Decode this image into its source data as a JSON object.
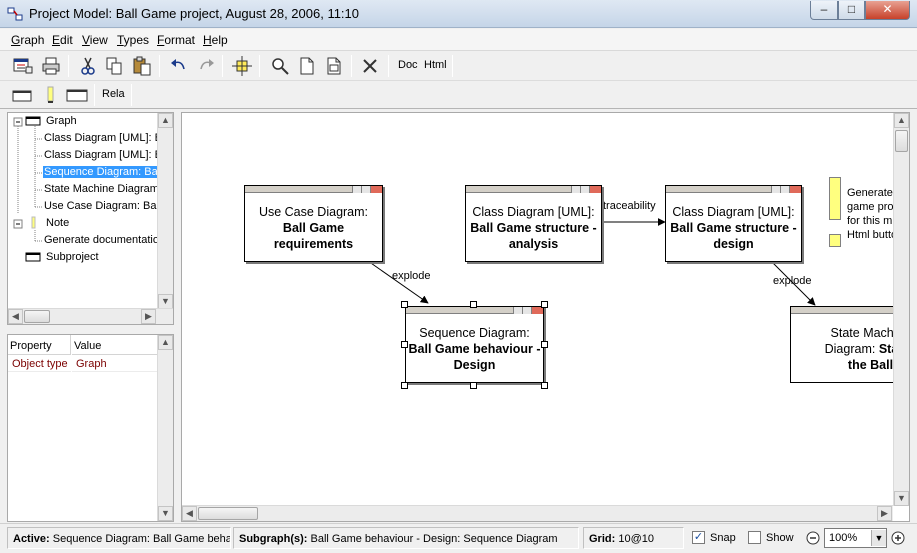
{
  "window": {
    "title": "Project Model: Ball Game project, August 28, 2006, 11:10",
    "controls": {
      "minimize": "–",
      "maximize": "□",
      "close": "✕"
    }
  },
  "menu": [
    {
      "label": "Graph",
      "key": "G",
      "rest": "raph"
    },
    {
      "label": "Edit",
      "key": "E",
      "rest": "dit"
    },
    {
      "label": "View",
      "key": "V",
      "rest": "iew"
    },
    {
      "label": "Types",
      "key": "T",
      "rest": "ypes"
    },
    {
      "label": "Format",
      "key": "F",
      "rest": "ormat"
    },
    {
      "label": "Help",
      "key": "H",
      "rest": "elp"
    }
  ],
  "toolbar": {
    "doc_label": "Doc",
    "html_label": "Html",
    "rela_label": "Rela"
  },
  "tree": {
    "items": [
      {
        "label": "Graph",
        "type": "root"
      },
      {
        "label": "Class Diagram [UML]: Ba"
      },
      {
        "label": "Class Diagram [UML]: Ba"
      },
      {
        "label": "Sequence Diagram: Ball",
        "selected": true
      },
      {
        "label": "State Machine Diagram:"
      },
      {
        "label": "Use Case Diagram: Ball"
      },
      {
        "label": "Note",
        "type": "root"
      },
      {
        "label": "Generate documentatio"
      },
      {
        "label": "Subproject",
        "type": "root"
      }
    ]
  },
  "properties": {
    "headers": {
      "property": "Property",
      "value": "Value"
    },
    "rows": [
      {
        "property": "Object type",
        "value": "Graph"
      }
    ]
  },
  "diagram": {
    "nodes": {
      "usecase": {
        "type_label": "Use Case Diagram:",
        "name": "Ball Game requirements"
      },
      "class_analysis": {
        "type_label": "Class Diagram [UML]:",
        "name": "Ball Game structure - analysis"
      },
      "class_design": {
        "type_label": "Class Diagram [UML]:",
        "name": "Ball Game structure - design"
      },
      "sequence": {
        "type_label": "Sequence Diagram:",
        "name": "Ball Game behaviour - Design"
      },
      "state": {
        "type_label_line1": "State Machine",
        "type_label_line2": "Diagram:",
        "name_part1": "States",
        "name_part2": "the Ball"
      }
    },
    "edges": {
      "explode1": "explode",
      "traceability": "traceability",
      "explode2": "explode"
    },
    "note_lines": [
      "Generate",
      "game proj",
      "for this m",
      "Html butto"
    ]
  },
  "status": {
    "active_label": "Active:",
    "active_value": "Sequence Diagram: Ball Game behav",
    "subgraph_label": "Subgraph(s):",
    "subgraph_value": "Ball Game behaviour - Design: Sequence Diagram",
    "grid_label": "Grid:",
    "grid_value": "10@10",
    "snap_label": "Snap",
    "snap_checked": true,
    "show_label": "Show",
    "show_checked": false,
    "zoom_value": "100%"
  }
}
